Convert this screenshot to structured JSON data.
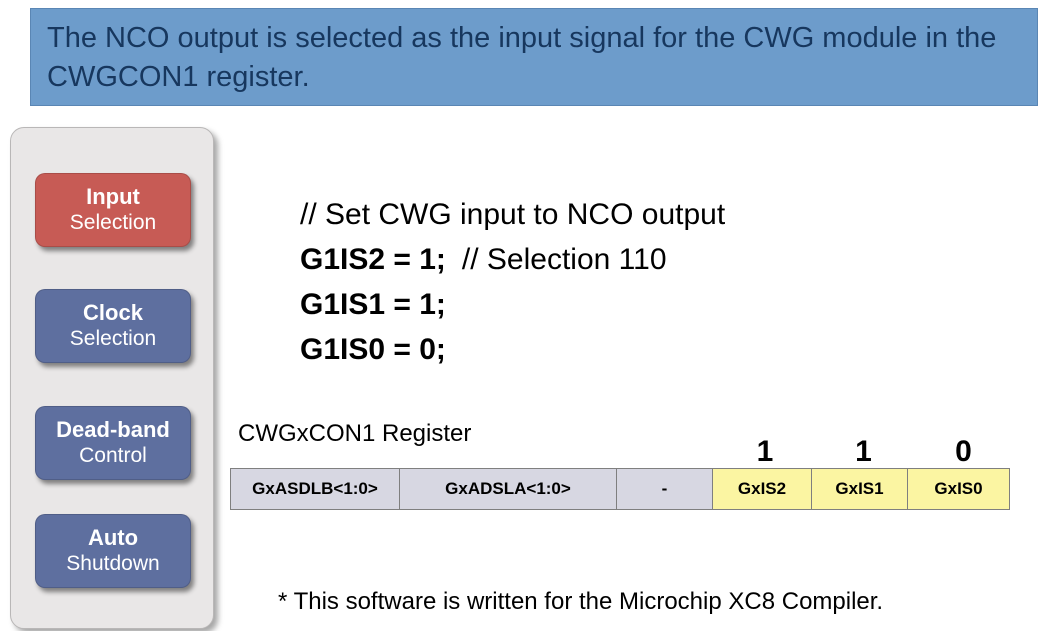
{
  "header": {
    "text": "The NCO output is selected as the input signal for the CWG module in the CWGCON1 register."
  },
  "sidebar": {
    "items": [
      {
        "title": "Input",
        "subtitle": "Selection",
        "active": true
      },
      {
        "title": "Clock",
        "subtitle": "Selection",
        "active": false
      },
      {
        "title": "Dead-band",
        "subtitle": "Control",
        "active": false
      },
      {
        "title": "Auto",
        "subtitle": "Shutdown",
        "active": false
      }
    ]
  },
  "code": {
    "comment": "// Set CWG input to NCO output",
    "lines": [
      {
        "statement": "G1IS2 = 1;",
        "comment": "// Selection 110"
      },
      {
        "statement": "G1IS1 = 1;",
        "comment": ""
      },
      {
        "statement": "G1IS0 = 0;",
        "comment": ""
      }
    ]
  },
  "register": {
    "label": "CWGxCON1 Register",
    "bits": [
      "1",
      "1",
      "0"
    ],
    "cells": [
      {
        "label": "GxASDLB<1:0>",
        "type": "gray"
      },
      {
        "label": "GxADSLA<1:0>",
        "type": "gray"
      },
      {
        "label": "-",
        "type": "gray"
      },
      {
        "label": "GxIS2",
        "type": "yellow"
      },
      {
        "label": "GxIS1",
        "type": "yellow"
      },
      {
        "label": "GxIS0",
        "type": "yellow"
      }
    ]
  },
  "footer": {
    "note": "* This software is written for the Microchip XC8 Compiler."
  },
  "colors": {
    "header_bg": "#6D9CCB",
    "header_text": "#17375E",
    "active_button": "#C75B55",
    "button": "#5E6F9F",
    "cell_gray": "#D7D7E2",
    "cell_yellow": "#FBF5A2"
  }
}
